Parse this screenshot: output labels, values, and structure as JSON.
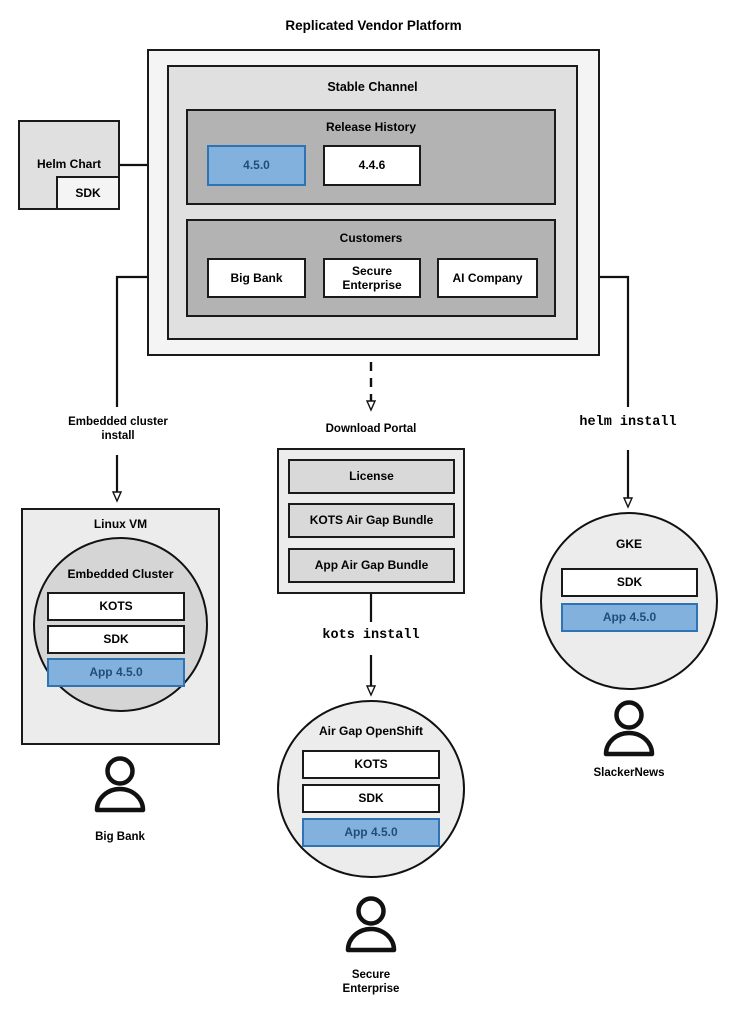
{
  "diagram": {
    "title": "Replicated Vendor Platform",
    "platform": {
      "channel_title": "Stable Channel",
      "release_history": {
        "title": "Release History",
        "releases": [
          {
            "label": "4.5.0",
            "state": "current"
          },
          {
            "label": "4.4.6",
            "state": "previous"
          }
        ]
      },
      "customers": {
        "title": "Customers",
        "items": [
          {
            "label": "Big Bank"
          },
          {
            "label": "Secure\nEnterprise"
          },
          {
            "label": "AI Company"
          }
        ]
      }
    },
    "helm_chart": {
      "title": "Helm Chart",
      "component": "SDK"
    },
    "flows": [
      {
        "label": "Embedded cluster\ninstall",
        "style": "sans"
      },
      {
        "label": "kots install",
        "style": "mono"
      },
      {
        "label": "helm install",
        "style": "mono"
      }
    ],
    "download_portal": {
      "title": "Download Portal",
      "artifacts": [
        {
          "label": "License"
        },
        {
          "label": "KOTS Air Gap Bundle"
        },
        {
          "label": "App Air Gap Bundle"
        }
      ]
    },
    "targets": [
      {
        "name": "Linux VM",
        "shape": "rect",
        "inner": {
          "name": "Embedded Cluster",
          "components": [
            {
              "label": "KOTS",
              "highlight": false
            },
            {
              "label": "SDK",
              "highlight": false
            },
            {
              "label": "App 4.5.0",
              "highlight": true
            }
          ]
        },
        "actor": "Big Bank"
      },
      {
        "name": "Air Gap OpenShift",
        "shape": "circle",
        "components": [
          {
            "label": "KOTS",
            "highlight": false
          },
          {
            "label": "SDK",
            "highlight": false
          },
          {
            "label": "App 4.5.0",
            "highlight": true
          }
        ],
        "actor": "Secure\nEnterprise"
      },
      {
        "name": "GKE",
        "shape": "circle",
        "components": [
          {
            "label": "SDK",
            "highlight": false
          },
          {
            "label": "App 4.5.0",
            "highlight": true
          }
        ],
        "actor": "SlackerNews"
      }
    ],
    "colors": {
      "highlight_fill": "#82b1dd",
      "highlight_border": "#2e74b5",
      "highlight_text": "#1f4e79",
      "stroke": "#1a1a1a",
      "platform_fill": "#f4f4f4",
      "channel_fill": "#e0e0e0",
      "group_fill": "#b3b3b3"
    }
  }
}
